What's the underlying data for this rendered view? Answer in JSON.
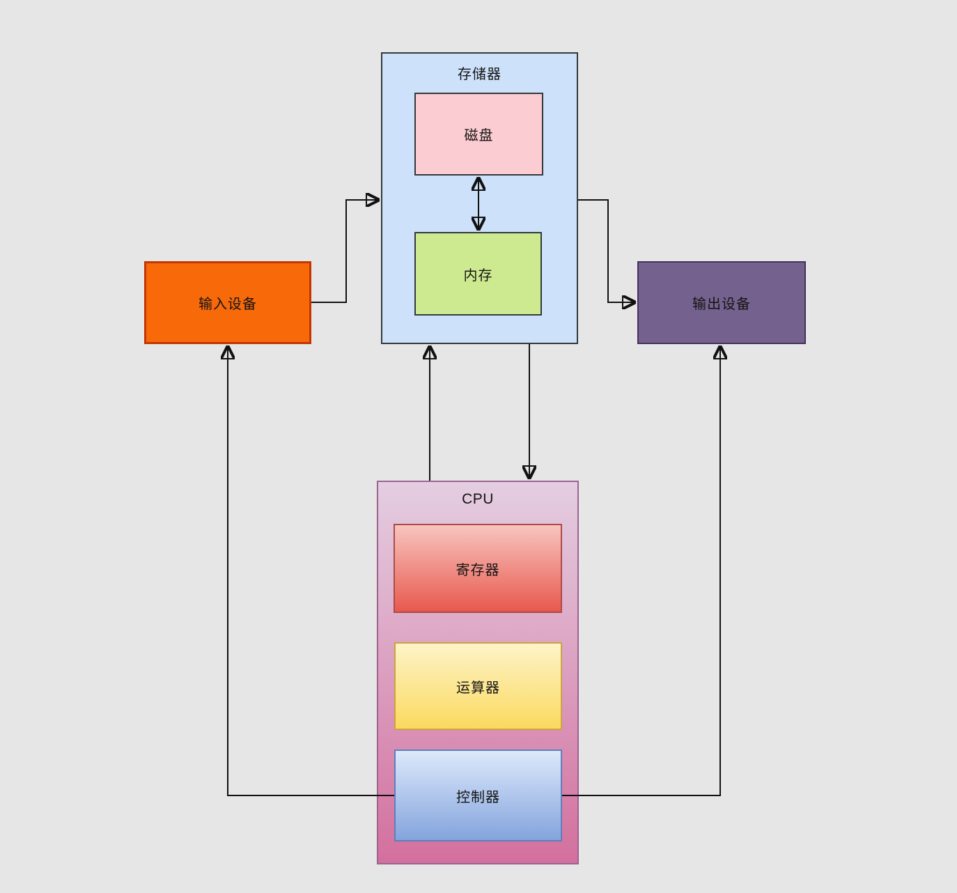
{
  "canvas": {
    "background": "#e6e6e6"
  },
  "diagram": {
    "nodes": {
      "storage": {
        "label": "存储器",
        "fill": "#cde1fa",
        "border": "#33383d",
        "role": "container"
      },
      "disk": {
        "label": "磁盘",
        "fill": "#fbccd1",
        "border": "#33383d",
        "parent": "storage"
      },
      "memory": {
        "label": "内存",
        "fill": "#cdea90",
        "border": "#33383d",
        "parent": "storage"
      },
      "input": {
        "label": "输入设备",
        "fill": "#f8690a",
        "border": "#c43502"
      },
      "output": {
        "label": "输出设备",
        "fill": "#75618d",
        "border": "#45305f"
      },
      "cpu": {
        "label": "CPU",
        "fill_top": "#e4cee1",
        "fill_bottom": "#d3709d",
        "border": "#9d6292",
        "role": "container"
      },
      "register": {
        "label": "寄存器",
        "fill_top": "#f7c5bf",
        "fill_bottom": "#e8594e",
        "border": "#ad4a47",
        "parent": "cpu"
      },
      "alu": {
        "label": "运算器",
        "fill_top": "#fdf4c8",
        "fill_bottom": "#fbd95f",
        "border": "#c9a53f",
        "parent": "cpu"
      },
      "controller": {
        "label": "控制器",
        "fill_top": "#dce9fb",
        "fill_bottom": "#84a4dd",
        "border": "#5d7fba",
        "parent": "cpu"
      }
    },
    "edges": [
      {
        "from": "disk",
        "to": "memory",
        "bidirectional": true,
        "shape": "straight-vertical"
      },
      {
        "from": "input",
        "to": "storage",
        "bidirectional": false,
        "shape": "elbow"
      },
      {
        "from": "storage",
        "to": "output",
        "bidirectional": false,
        "shape": "elbow"
      },
      {
        "from": "cpu",
        "to": "storage",
        "bidirectional": false,
        "shape": "straight-vertical"
      },
      {
        "from": "storage",
        "to": "cpu",
        "bidirectional": false,
        "shape": "straight-vertical"
      },
      {
        "from": "controller",
        "to": "input",
        "bidirectional": false,
        "shape": "elbow"
      },
      {
        "from": "controller",
        "to": "output",
        "bidirectional": false,
        "shape": "elbow"
      }
    ],
    "edge_color": "#111111"
  }
}
